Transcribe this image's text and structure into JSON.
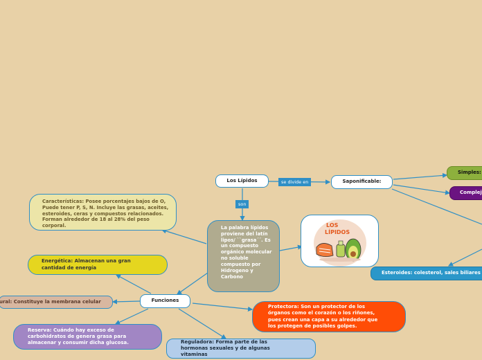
{
  "nodes": {
    "root": "Los Lípidos",
    "saponificable": "Saponificable:",
    "simples": "Simples:",
    "complejos": "Complej",
    "esteroides": "Esteroides: colesterol, sales biliares",
    "caracteristicas": "Características: Posee porcentajes bajos de O, Puede tener P, S, N. Incluye las grasas, aceites, esteroides, ceras y compuestos relacionados. Forman alrededor de 18 al 28% del peso corporal.",
    "definicion": "La palabra lípidos proviene del latín lipos/ ``grasa´´. Es un compuesto orgánico molecular no soluble compuesto por Hidrogeno y Carbono",
    "funciones": "Funciones",
    "energetica": "Energética: Almacenan una gran cantidad de energía",
    "estructural": "ural: Constituye la membrana celular",
    "reserva": "Reserva: Cuándo hay exceso de carbohidratos de genera grasa para almacenar y consumir dicha glucosa.",
    "reguladora": "Reguladora: Forma parte de las hormonas sexuales y de algunas vitaminas",
    "protectora": "Protectora: Son un protector de los órganos como el corazón o los riñones, pues crean una capa a su alrededor que los protegen de posibles golpes."
  },
  "tags": {
    "se_divide_en": "se divide en",
    "son": "son"
  },
  "illustration": {
    "title_line1": "LOS",
    "title_line2": "LÍPIDOS"
  },
  "colors": {
    "background": "#e8d1a7",
    "connector": "#2f8fc6",
    "simples": "#8db03d",
    "complejos": "#6b1481",
    "esteroides": "#2b97c9",
    "caracteristicas": "#ece5a8",
    "definicion": "#b0ab8f",
    "energetica": "#e5d61f",
    "estructural": "#d8b7a0",
    "reserva": "#a186c4",
    "reguladora": "#b3cdea",
    "protectora": "#ff4d06"
  }
}
